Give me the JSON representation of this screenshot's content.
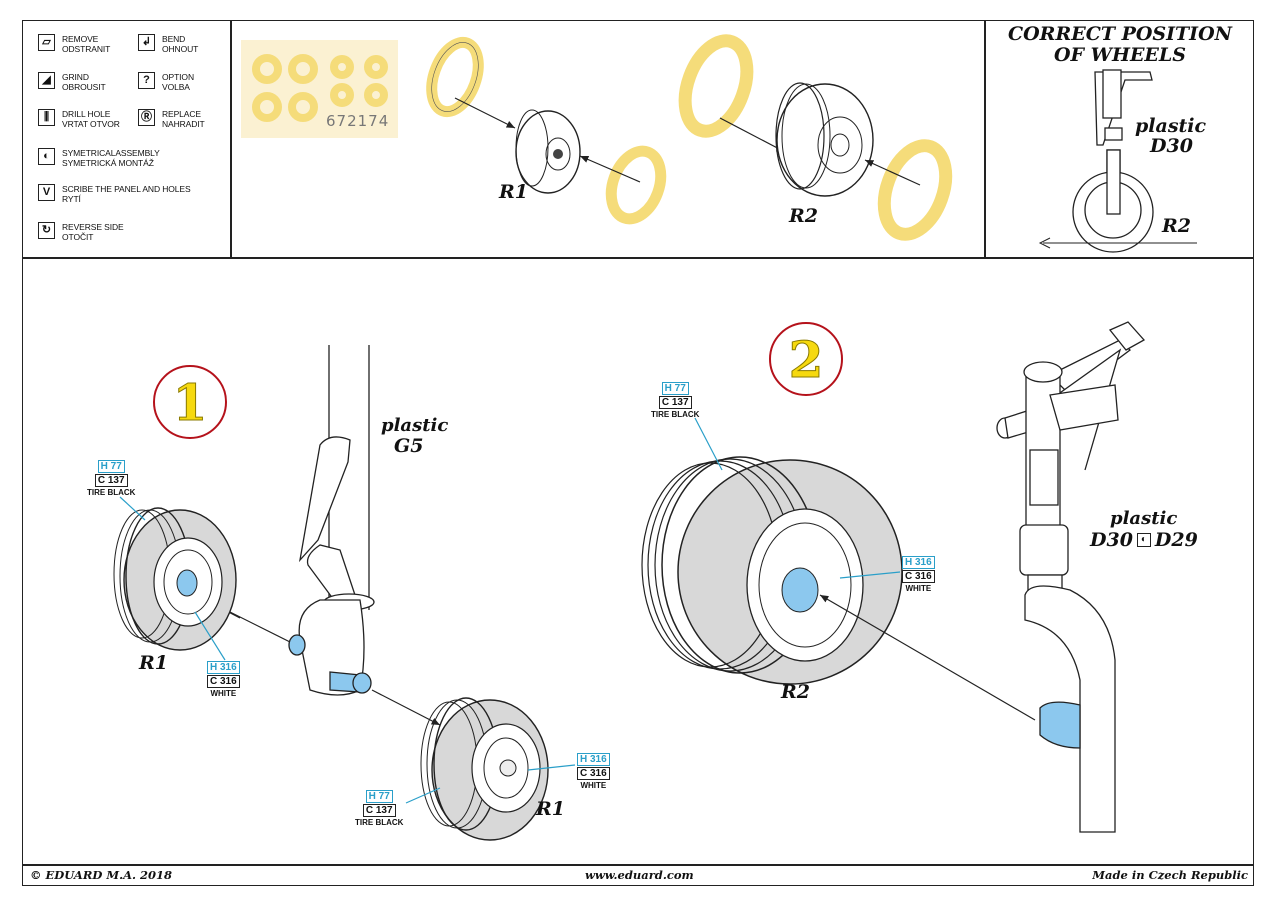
{
  "legend": [
    {
      "icon": "remove-icon",
      "glyph": "▱",
      "en": "REMOVE",
      "cz": "ODSTRANIT"
    },
    {
      "icon": "bend-icon",
      "glyph": "↲",
      "en": "BEND",
      "cz": "OHNOUT"
    },
    {
      "icon": "grind-icon",
      "glyph": "◢",
      "en": "GRIND",
      "cz": "OBROUSIT"
    },
    {
      "icon": "option-icon",
      "glyph": "?",
      "en": "OPTION",
      "cz": "VOLBA"
    },
    {
      "icon": "drill-hole-icon",
      "glyph": "⫼",
      "en": "DRILL HOLE",
      "cz": "VRTAT OTVOR"
    },
    {
      "icon": "replace-icon",
      "glyph": "Ⓡ",
      "en": "REPLACE",
      "cz": "NAHRADIT"
    },
    {
      "icon": "symmetrical-assembly-icon",
      "glyph": "◐",
      "en": "SYMETRICALASSEMBLY",
      "cz": "SYMETRICKÁ MONTÁŽ"
    },
    {
      "icon": "scribe-icon",
      "glyph": "V",
      "en": "SCRIBE THE PANEL AND HOLES",
      "cz": "RYTÍ"
    },
    {
      "icon": "reverse-side-icon",
      "glyph": "↻",
      "en": "REVERSE SIDE",
      "cz": "OTOČIT"
    }
  ],
  "mask_sheet": {
    "number": "672174",
    "mask_color": "#f5dc7a",
    "sheet_color": "#fbf1d2"
  },
  "top_diagram": {
    "labels": [
      "R1",
      "R2"
    ]
  },
  "correct_position": {
    "title_line1": "CORRECT POSITION",
    "title_line2": "OF WHEELS",
    "material": "plastic",
    "part": "D30",
    "wheel": "R2"
  },
  "steps": [
    {
      "number": "1",
      "material": "plastic",
      "part": "G5",
      "wheel_labels": [
        "R1",
        "R1"
      ],
      "callouts": [
        {
          "h": "H 77",
          "c": "C 137",
          "name": "TIRE BLACK"
        },
        {
          "h": "H 316",
          "c": "C 316",
          "name": "WHITE"
        },
        {
          "h": "H 316",
          "c": "C 316",
          "name": "WHITE"
        },
        {
          "h": "H 77",
          "c": "C 137",
          "name": "TIRE BLACK"
        }
      ]
    },
    {
      "number": "2",
      "material": "plastic",
      "part_left": "D30",
      "part_right": "D29",
      "wheel_label": "R2",
      "callouts": [
        {
          "h": "H 77",
          "c": "C 137",
          "name": "TIRE BLACK"
        },
        {
          "h": "H 316",
          "c": "C 316",
          "name": "WHITE"
        }
      ]
    }
  ],
  "colors": {
    "step_circle": "#b5121b",
    "step_number": "#f6d90f",
    "paint_blue": "#8cc8ee",
    "hsg_code": "#2a9fc9",
    "tire_gray": "#d8d8d8"
  },
  "footer": {
    "copyright": "© EDUARD  M.A. 2018",
    "website": "www.eduard.com",
    "origin": "Made in Czech Republic"
  }
}
